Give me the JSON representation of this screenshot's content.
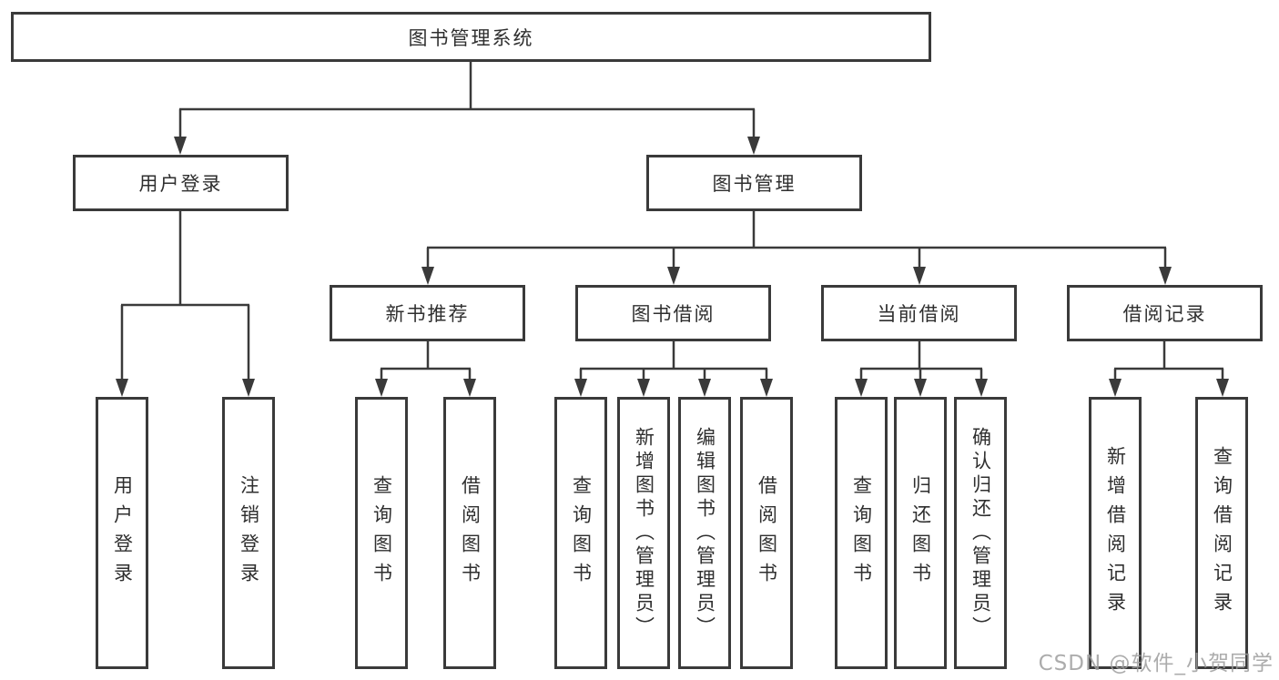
{
  "watermark": "CSDN @软件_小贺同学",
  "tree": {
    "label": "图书管理系统",
    "children": [
      {
        "label": "用户登录",
        "children": [
          {
            "label": "用户登录"
          },
          {
            "label": "注销登录"
          }
        ]
      },
      {
        "label": "图书管理",
        "children": [
          {
            "label": "新书推荐",
            "children": [
              {
                "label": "查询图书"
              },
              {
                "label": "借阅图书"
              }
            ]
          },
          {
            "label": "图书借阅",
            "children": [
              {
                "label": "查询图书"
              },
              {
                "label": "新增图书（管理员）"
              },
              {
                "label": "编辑图书（管理员）"
              },
              {
                "label": "借阅图书"
              }
            ]
          },
          {
            "label": "当前借阅",
            "children": [
              {
                "label": "查询图书"
              },
              {
                "label": "归还图书"
              },
              {
                "label": "确认归还（管理员）"
              }
            ]
          },
          {
            "label": "借阅记录",
            "children": [
              {
                "label": "新增借阅记录"
              },
              {
                "label": "查询借阅记录"
              }
            ]
          }
        ]
      }
    ]
  },
  "colors": {
    "line": "#3a3a3a",
    "text": "#2f2f2f",
    "watermark": "#9e9e9e"
  }
}
